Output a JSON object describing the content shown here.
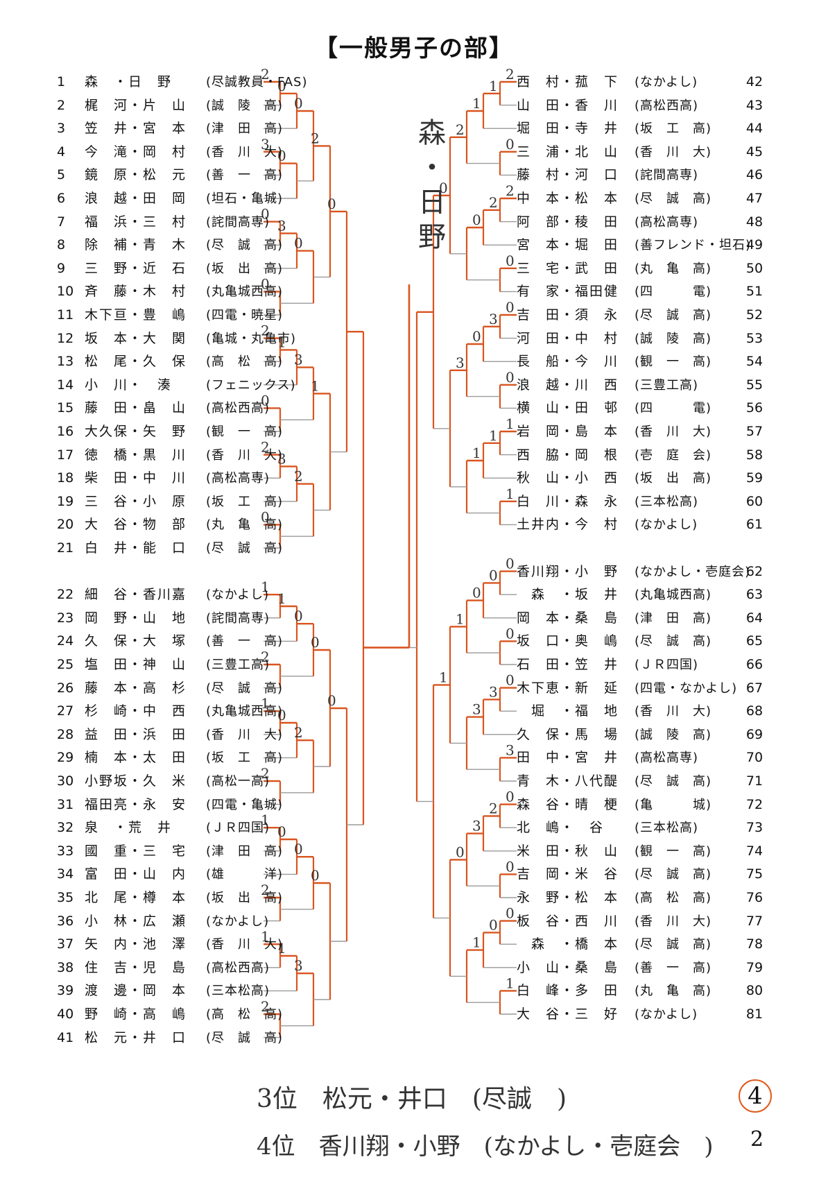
{
  "title": "【一般男子の部】",
  "champion_note": "森・日野",
  "left_entries": [
    {
      "no": "1",
      "names": "森　・日　野",
      "club": "(尽誠教員・FAS)"
    },
    {
      "no": "2",
      "names": "梶　河・片　山",
      "club": "(誠　陵　高)"
    },
    {
      "no": "3",
      "names": "笠　井・宮　本",
      "club": "(津　田　高)"
    },
    {
      "no": "4",
      "names": "今　滝・岡　村",
      "club": "(香　川　大)"
    },
    {
      "no": "5",
      "names": "鏡　原・松　元",
      "club": "(善　一　高)"
    },
    {
      "no": "6",
      "names": "浪　越・田　岡",
      "club": "(坦石・亀城)"
    },
    {
      "no": "7",
      "names": "福　浜・三　村",
      "club": "(詫間高専)"
    },
    {
      "no": "8",
      "names": "除　補・青　木",
      "club": "(尽　誠　高)"
    },
    {
      "no": "9",
      "names": "三　野・近　石",
      "club": "(坂　出　高)"
    },
    {
      "no": "10",
      "names": "斉　藤・木　村",
      "club": "(丸亀城西高)"
    },
    {
      "no": "11",
      "names": "木下亘・豊　嶋",
      "club": "(四電・暁星)"
    },
    {
      "no": "12",
      "names": "坂　本・大　関",
      "club": "(亀城・丸亀市)"
    },
    {
      "no": "13",
      "names": "松　尾・久　保",
      "club": "(高　松　高)"
    },
    {
      "no": "14",
      "names": "小　川・　湊",
      "club": "(フェニックス)"
    },
    {
      "no": "15",
      "names": "藤　田・畠　山",
      "club": "(高松西高)"
    },
    {
      "no": "16",
      "names": "大久保・矢　野",
      "club": "(観　一　高)"
    },
    {
      "no": "17",
      "names": "徳　橋・黒　川",
      "club": "(香　川　大)"
    },
    {
      "no": "18",
      "names": "柴　田・中　川",
      "club": "(高松高専)"
    },
    {
      "no": "19",
      "names": "三　谷・小　原",
      "club": "(坂　工　高)"
    },
    {
      "no": "20",
      "names": "大　谷・物　部",
      "club": "(丸　亀　高)"
    },
    {
      "no": "21",
      "names": "白　井・能　口",
      "club": "(尽　誠　高)"
    },
    {
      "no": "22",
      "names": "細　谷・香川嘉",
      "club": "(なかよし)"
    },
    {
      "no": "23",
      "names": "岡　野・山　地",
      "club": "(詫間高専)"
    },
    {
      "no": "24",
      "names": "久　保・大　塚",
      "club": "(善　一　高)"
    },
    {
      "no": "25",
      "names": "塩　田・神　山",
      "club": "(三豊工高)"
    },
    {
      "no": "26",
      "names": "藤　本・高　杉",
      "club": "(尽　誠　高)"
    },
    {
      "no": "27",
      "names": "杉　崎・中　西",
      "club": "(丸亀城西高)"
    },
    {
      "no": "28",
      "names": "益　田・浜　田",
      "club": "(香　川　大)"
    },
    {
      "no": "29",
      "names": "楠　本・太　田",
      "club": "(坂　工　高)"
    },
    {
      "no": "30",
      "names": "小野坂・久　米",
      "club": "(高松一高)"
    },
    {
      "no": "31",
      "names": "福田亮・永　安",
      "club": "(四電・亀城)"
    },
    {
      "no": "32",
      "names": "泉　・荒　井",
      "club": "(ＪＲ四国)"
    },
    {
      "no": "33",
      "names": "國　重・三　宅",
      "club": "(津　田　高)"
    },
    {
      "no": "34",
      "names": "富　田・山　内",
      "club": "(雄　　　洋)"
    },
    {
      "no": "35",
      "names": "北　尾・樽　本",
      "club": "(坂　出　高)"
    },
    {
      "no": "36",
      "names": "小　林・広　瀬",
      "club": "(なかよし)"
    },
    {
      "no": "37",
      "names": "矢　内・池　澤",
      "club": "(香　川　大)"
    },
    {
      "no": "38",
      "names": "住　吉・児　島",
      "club": "(高松西高)"
    },
    {
      "no": "39",
      "names": "渡　邊・岡　本",
      "club": "(三本松高)"
    },
    {
      "no": "40",
      "names": "野　崎・高　嶋",
      "club": "(高　松　高)"
    },
    {
      "no": "41",
      "names": "松　元・井　口",
      "club": "(尽　誠　高)"
    }
  ],
  "right_entries": [
    {
      "no": "42",
      "names": "西　村・菰　下",
      "club": "(なかよし)"
    },
    {
      "no": "43",
      "names": "山　田・香　川",
      "club": "(高松西高)"
    },
    {
      "no": "44",
      "names": "堀　田・寺　井",
      "club": "(坂　工　高)"
    },
    {
      "no": "45",
      "names": "三　浦・北　山",
      "club": "(香　川　大)"
    },
    {
      "no": "46",
      "names": "藤　村・河　口",
      "club": "(詫間高専)"
    },
    {
      "no": "47",
      "names": "中　本・松　本",
      "club": "(尽　誠　高)"
    },
    {
      "no": "48",
      "names": "阿　部・稜　田",
      "club": "(高松高専)"
    },
    {
      "no": "49",
      "names": "宮　本・堀　田",
      "club": "(善フレンド・坦石)"
    },
    {
      "no": "50",
      "names": "三　宅・武　田",
      "club": "(丸　亀　高)"
    },
    {
      "no": "51",
      "names": "有　家・福田健",
      "club": "(四　　　電)"
    },
    {
      "no": "52",
      "names": "吉　田・須　永",
      "club": "(尽　誠　高)"
    },
    {
      "no": "53",
      "names": "河　田・中　村",
      "club": "(誠　陵　高)"
    },
    {
      "no": "54",
      "names": "長　船・今　川",
      "club": "(観　一　高)"
    },
    {
      "no": "55",
      "names": "浪　越・川　西",
      "club": "(三豊工高)"
    },
    {
      "no": "56",
      "names": "横　山・田　邨",
      "club": "(四　　　電)"
    },
    {
      "no": "57",
      "names": "岩　岡・島　本",
      "club": "(香　川　大)"
    },
    {
      "no": "58",
      "names": "西　脇・岡　根",
      "club": "(壱　庭　会)"
    },
    {
      "no": "59",
      "names": "秋　山・小　西",
      "club": "(坂　出　高)"
    },
    {
      "no": "60",
      "names": "白　川・森　永",
      "club": "(三本松高)"
    },
    {
      "no": "61",
      "names": "土井内・今　村",
      "club": "(なかよし)"
    },
    {
      "no": "62",
      "names": "香川翔・小　野",
      "club": "(なかよし・壱庭会)"
    },
    {
      "no": "63",
      "names": "　森　・坂　井",
      "club": "(丸亀城西高)"
    },
    {
      "no": "64",
      "names": "岡　本・桑　島",
      "club": "(津　田　高)"
    },
    {
      "no": "65",
      "names": "坂　口・奥　嶋",
      "club": "(尽　誠　高)"
    },
    {
      "no": "66",
      "names": "石　田・笠　井",
      "club": "(ＪＲ四国)"
    },
    {
      "no": "67",
      "names": "木下恵・新　延",
      "club": "(四電・なかよし)"
    },
    {
      "no": "68",
      "names": "　堀　・福　地",
      "club": "(香　川　大)"
    },
    {
      "no": "69",
      "names": "久　保・馬　場",
      "club": "(誠　陵　高)"
    },
    {
      "no": "70",
      "names": "田　中・宮　井",
      "club": "(高松高専)"
    },
    {
      "no": "71",
      "names": "青　木・八代醍",
      "club": "(尽　誠　高)"
    },
    {
      "no": "72",
      "names": "森　谷・晴　梗",
      "club": "(亀　　　城)"
    },
    {
      "no": "73",
      "names": "北　嶋・　谷",
      "club": "(三本松高)"
    },
    {
      "no": "74",
      "names": "米　田・秋　山",
      "club": "(観　一　高)"
    },
    {
      "no": "75",
      "names": "吉　岡・米　谷",
      "club": "(尽　誠　高)"
    },
    {
      "no": "76",
      "names": "永　野・松　本",
      "club": "(高　松　高)"
    },
    {
      "no": "77",
      "names": "板　谷・西　川",
      "club": "(香　川　大)"
    },
    {
      "no": "78",
      "names": "　森　・橋　本",
      "club": "(尽　誠　高)"
    },
    {
      "no": "79",
      "names": "小　山・桑　島",
      "club": "(善　一　高)"
    },
    {
      "no": "80",
      "names": "白　峰・多　田",
      "club": "(丸　亀　高)"
    },
    {
      "no": "81",
      "names": "大　谷・三　好",
      "club": "(なかよし)"
    }
  ],
  "results": {
    "third": "3位　松元・井口　(尽誠　)",
    "fourth": "4位　香川翔・小野　(なかよし・壱庭会　)"
  },
  "page_number": "4",
  "side_number": "2",
  "scores": [
    "2",
    "0",
    "3",
    "0",
    "0",
    "0",
    "3",
    "0",
    "0",
    "2",
    "2",
    "1",
    "0",
    "3",
    "2",
    "3",
    "0",
    "2",
    "1",
    "0",
    "1",
    "1",
    "2",
    "0",
    "1",
    "0",
    "2",
    "2",
    "0",
    "1",
    "0",
    "2",
    "0",
    "1",
    "1",
    "2",
    "3",
    "0",
    "0",
    "2",
    "1",
    "0",
    "1",
    "2",
    "2",
    "0",
    "0",
    "2",
    "0",
    "3",
    "0",
    "0",
    "1",
    "1",
    "1",
    "1",
    "3",
    "0",
    "0",
    "0",
    "0",
    "0",
    "0",
    "3",
    "3",
    "3",
    "1",
    "0",
    "2",
    "0",
    "3",
    "0",
    "0",
    "1",
    "1",
    "0",
    "1",
    "0",
    "0",
    "3",
    "3",
    "0",
    "2",
    "0",
    "0",
    "2",
    "0",
    "0",
    "2",
    "0",
    "3"
  ],
  "colors": {
    "winner_line": "#d9541e",
    "loser_line": "#9a9a9a",
    "page_circle": "#e05a1a"
  }
}
